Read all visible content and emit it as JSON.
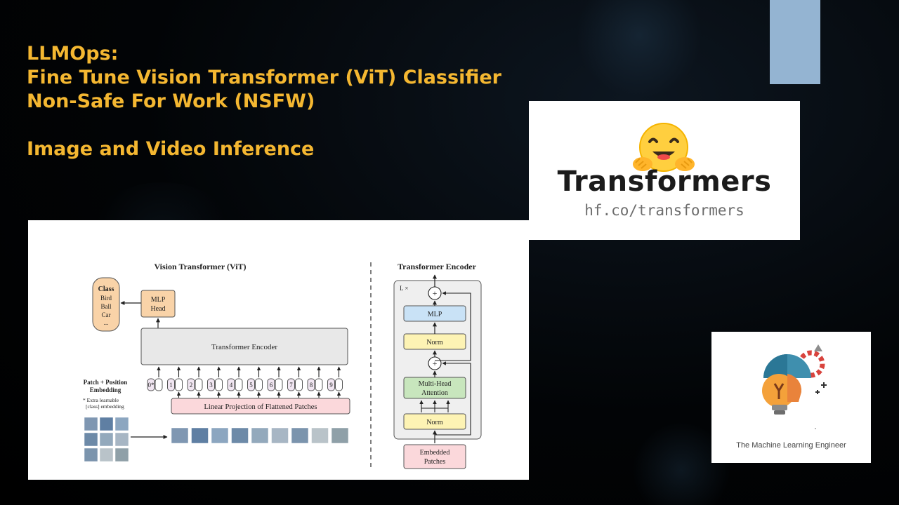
{
  "slide": {
    "title_lines": [
      "LLMOps:",
      "Fine Tune Vision Transformer (ViT) Classifier",
      "Non-Safe For Work (NSFW)"
    ],
    "subtitle": "Image and Video Inference",
    "colors": {
      "title": "#f4b731",
      "accent_rect": "#94b4d2",
      "background": "#000000"
    }
  },
  "hf_logo": {
    "icon": "hugging-face-emoji-icon",
    "wordmark": "Transformers",
    "url": "hf.co/transformers"
  },
  "mle_logo": {
    "icon": "gear-head-lightbulb-icon",
    "name": "The Machine Learning Engineer"
  },
  "vit_diagram": {
    "left_title": "Vision Transformer (ViT)",
    "right_title": "Transformer Encoder",
    "class_box": {
      "title": "Class",
      "items": [
        "Bird",
        "Ball",
        "Car",
        "..."
      ]
    },
    "mlp_head": [
      "MLP",
      "Head"
    ],
    "encoder_label": "Transformer Encoder",
    "patch_embedding_label": [
      "Patch + Position",
      "Embedding"
    ],
    "extra_note": [
      "* Extra learnable",
      "[class] embedding"
    ],
    "tokens": [
      "0*",
      "1",
      "2",
      "3",
      "4",
      "5",
      "6",
      "7",
      "8",
      "9"
    ],
    "linear_projection": "Linear Projection of Flattened Patches",
    "encoder_block": {
      "repeat": "L ×",
      "mlp": "MLP",
      "norm": "Norm",
      "attention": [
        "Multi-Head",
        "Attention"
      ],
      "embedded": [
        "Embedded",
        "Patches"
      ],
      "plus": "+"
    },
    "colors": {
      "class_fill": "#f9d3a8",
      "mlp_head_fill": "#f9d3a8",
      "encoder_fill": "#e8e8e8",
      "projection_fill": "#fbd8db",
      "token_fill": "#f1e6f2",
      "mlp_fill": "#c9e2f6",
      "norm_fill": "#fdf3b4",
      "attention_fill": "#c8e6bd",
      "embedded_fill": "#fbd8db"
    }
  }
}
